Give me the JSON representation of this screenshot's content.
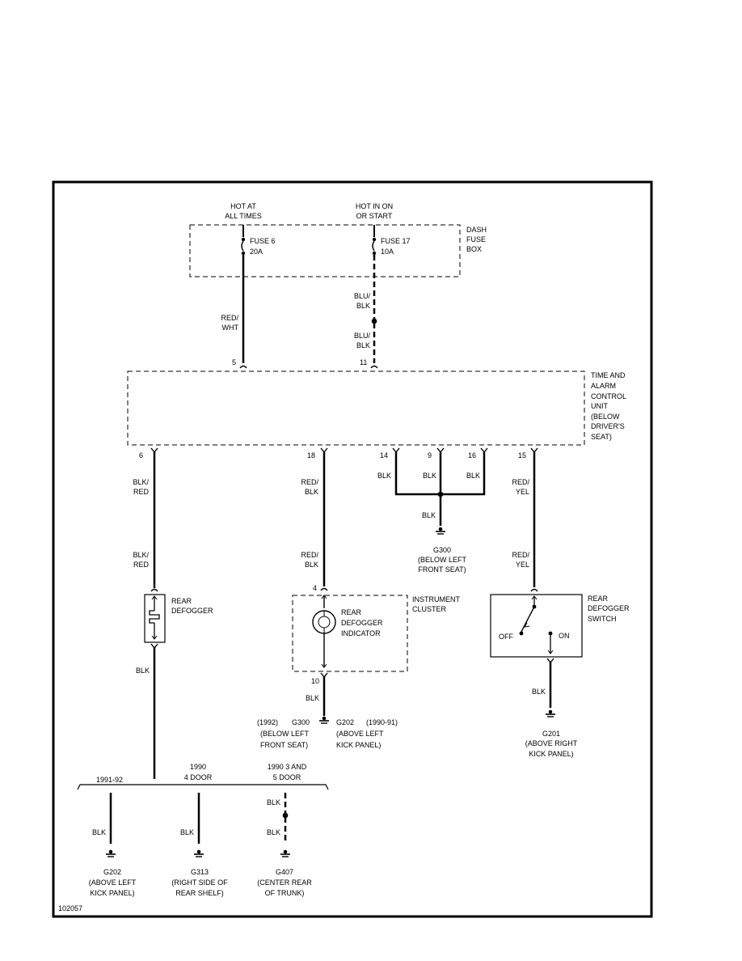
{
  "diagram_id": "102057",
  "power": {
    "hot_at_all_times": [
      "HOT AT",
      "ALL TIMES"
    ],
    "hot_in_on": [
      "HOT IN ON",
      "OR START"
    ]
  },
  "fuse_box": {
    "fuse6": [
      "FUSE 6",
      "20A"
    ],
    "fuse17": [
      "FUSE 17",
      "10A"
    ],
    "label": [
      "DASH",
      "FUSE",
      "BOX"
    ]
  },
  "wires": {
    "red_wht": [
      "RED/",
      "WHT"
    ],
    "blu_blk_1": [
      "BLU/",
      "BLK"
    ],
    "blu_blk_2": [
      "BLU/",
      "BLK"
    ],
    "blk_red_1": [
      "BLK/",
      "RED"
    ],
    "blk_red_2": [
      "BLK/",
      "RED"
    ],
    "red_blk_1": [
      "RED/",
      "BLK"
    ],
    "red_blk_2": [
      "RED/",
      "BLK"
    ],
    "red_yel_1": [
      "RED/",
      "YEL"
    ],
    "red_yel_2": [
      "RED/",
      "YEL"
    ],
    "blk": "BLK"
  },
  "pins": {
    "p5": "5",
    "p11": "11",
    "p6": "6",
    "p18": "18",
    "p14": "14",
    "p9": "9",
    "p16": "16",
    "p15": "15",
    "p4": "4",
    "p10": "10"
  },
  "control_unit": [
    "TIME AND",
    "ALARM",
    "CONTROL",
    "UNIT",
    "(BELOW",
    "DRIVER'S",
    "SEAT)"
  ],
  "g300": [
    "G300",
    "(BELOW LEFT",
    "FRONT SEAT)"
  ],
  "rear_defogger": [
    "REAR",
    "DEFOGGER"
  ],
  "instrument_cluster": [
    "INSTRUMENT",
    "CLUSTER"
  ],
  "indicator": [
    "REAR",
    "DEFOGGER",
    "INDICATOR"
  ],
  "switch": {
    "label": [
      "REAR",
      "DEFOGGER",
      "SWITCH"
    ],
    "off": "OFF",
    "on": "ON"
  },
  "ground_mid": {
    "year_left": "(1992)",
    "g300": "G300",
    "g202": "G202",
    "year_right": "(1990-91)",
    "loc_left": [
      "(BELOW LEFT",
      "FRONT SEAT)"
    ],
    "loc_right": [
      "(ABOVE LEFT",
      "KICK PANEL)"
    ]
  },
  "g201": [
    "G201",
    "(ABOVE RIGHT",
    "KICK PANEL)"
  ],
  "variants": {
    "v1": "1991-92",
    "v2": [
      "1990",
      "4 DOOR"
    ],
    "v3": [
      "1990 3 AND",
      "5 DOOR"
    ]
  },
  "bottom_grounds": {
    "g202": [
      "G202",
      "(ABOVE LEFT",
      "KICK PANEL)"
    ],
    "g313": [
      "G313",
      "(RIGHT SIDE OF",
      "REAR SHELF)"
    ],
    "g407": [
      "G407",
      "(CENTER REAR",
      "OF TRUNK)"
    ]
  }
}
